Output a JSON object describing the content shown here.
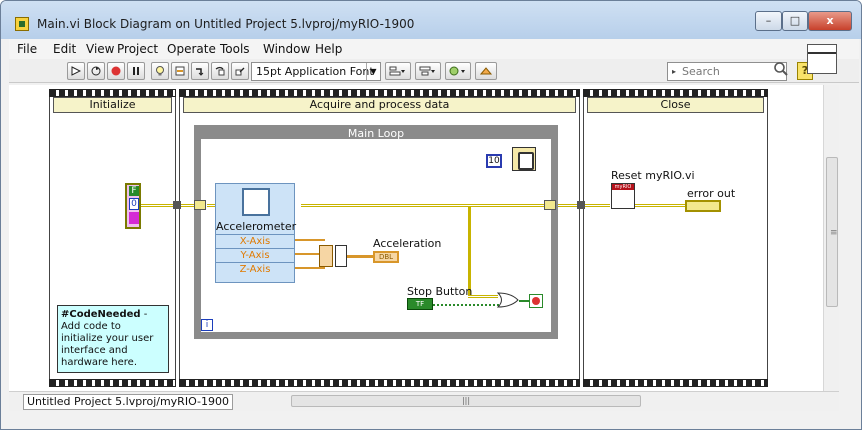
{
  "window": {
    "title": "Main.vi Block Diagram on Untitled Project 5.lvproj/myRIO-1900",
    "min_label": "–",
    "max_label": "□",
    "close_label": "x"
  },
  "menu": {
    "items": [
      "File",
      "Edit",
      "View",
      "Project",
      "Operate",
      "Tools",
      "Window",
      "Help"
    ]
  },
  "toolbar": {
    "font_select": "15pt Application Font",
    "search_placeholder": "Search",
    "help_label": "?"
  },
  "frames": {
    "initialize": "Initialize",
    "acquire": "Acquire and process data",
    "close": "Close"
  },
  "loop": {
    "title": "Main Loop",
    "iteration_label": "i",
    "wait_const": "10"
  },
  "accelerometer": {
    "name": "Accelerometer",
    "outputs": [
      "X-Axis",
      "Y-Axis",
      "Z-Axis"
    ]
  },
  "labels": {
    "acceleration": "Acceleration",
    "acceleration_term": "DBL",
    "stop_button": "Stop Button",
    "stop_term": "TF",
    "reset": "Reset myRIO.vi",
    "reset_chip": "myRIO",
    "error_out": "error out",
    "init_const_top": "F",
    "init_const_mid": "0"
  },
  "note": {
    "bold": "#CodeNeeded",
    "text": " - Add code to initialize your user interface and hardware here."
  },
  "status": {
    "path": "Untitled Project 5.lvproj/myRIO-1900"
  },
  "colors": {
    "frame_label_bg": "#f6f3c9",
    "loop_border": "#8b8b8b",
    "express_bg": "#cde3f7",
    "note_bg": "#ccffff",
    "wire_orange": "#d8962a",
    "wire_green": "#2a8a2a"
  },
  "icons": [
    "app-icon",
    "run-arrow-icon",
    "run-continuous-icon",
    "abort-icon",
    "pause-icon",
    "highlight-bulb-icon",
    "retain-wire-icon",
    "step-into-icon",
    "step-over-icon",
    "step-out-icon",
    "align-icon",
    "distribute-icon",
    "reorder-icon",
    "cleanup-icon",
    "search-icon",
    "help-icon",
    "vi-icon"
  ]
}
